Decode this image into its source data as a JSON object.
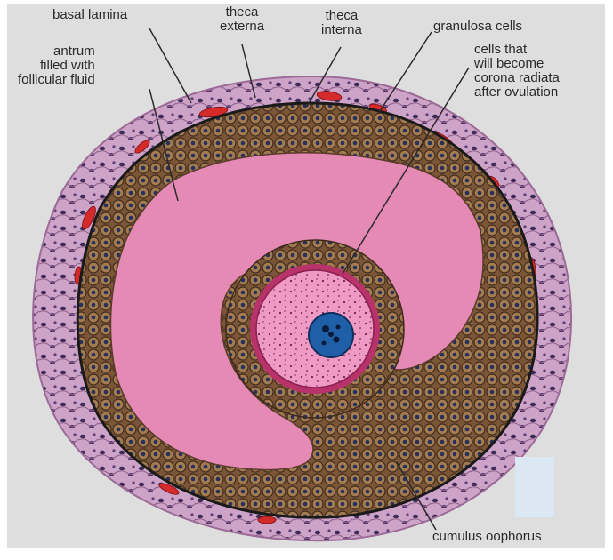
{
  "diagram": {
    "labels": {
      "basal_lamina": "basal lamina",
      "theca_externa": "theca\nexterna",
      "theca_interna": "theca\ninterna",
      "granulosa_cells": "granulosa cells",
      "antrum": "antrum\nfilled with\nfollicular fluid",
      "corona_radiata": "cells that\nwill become\ncorona radiata\nafter ovulation",
      "cumulus_oophorus": "cumulus oophorus"
    },
    "colors": {
      "background": "#dedede",
      "theca_layer": "#c9a0c4",
      "theca_cells": "#3a2a55",
      "blood_vessels": "#d42a2a",
      "basal_lamina": "#1a1a1a",
      "granulosa": "#6b4a32",
      "granulosa_nucleus": "#2a2f5a",
      "antrum_fluid": "#e48ab5",
      "zona_pellucida": "#b8336a",
      "oocyte_cytoplasm": "#ee9ac4",
      "oocyte_nucleus": "#1f5fa8"
    }
  }
}
